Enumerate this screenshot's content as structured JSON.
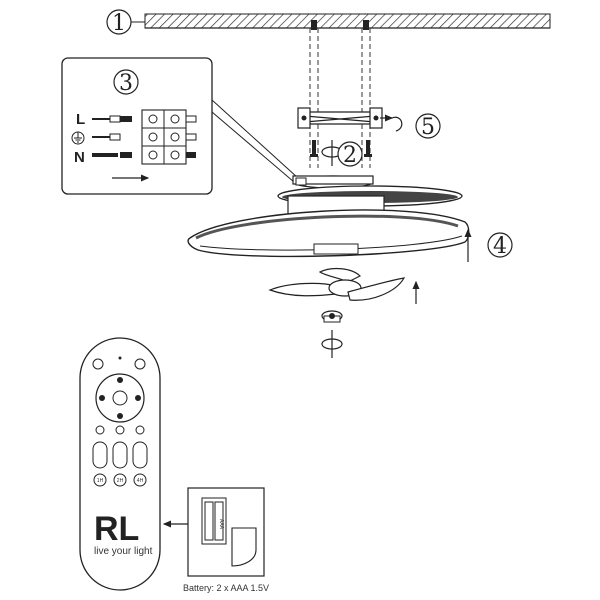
{
  "callouts": {
    "c1": "1",
    "c2": "2",
    "c3": "3",
    "c4": "4",
    "c5": "5"
  },
  "wiring": {
    "live": "L",
    "neutral": "N"
  },
  "remote": {
    "brand": "RL",
    "tagline": "live your light",
    "timer_labels": [
      "1H",
      "2H",
      "4H"
    ]
  },
  "battery": {
    "caption": "Battery: 2 x AAA 1.5V",
    "cell_label": "AAA"
  }
}
